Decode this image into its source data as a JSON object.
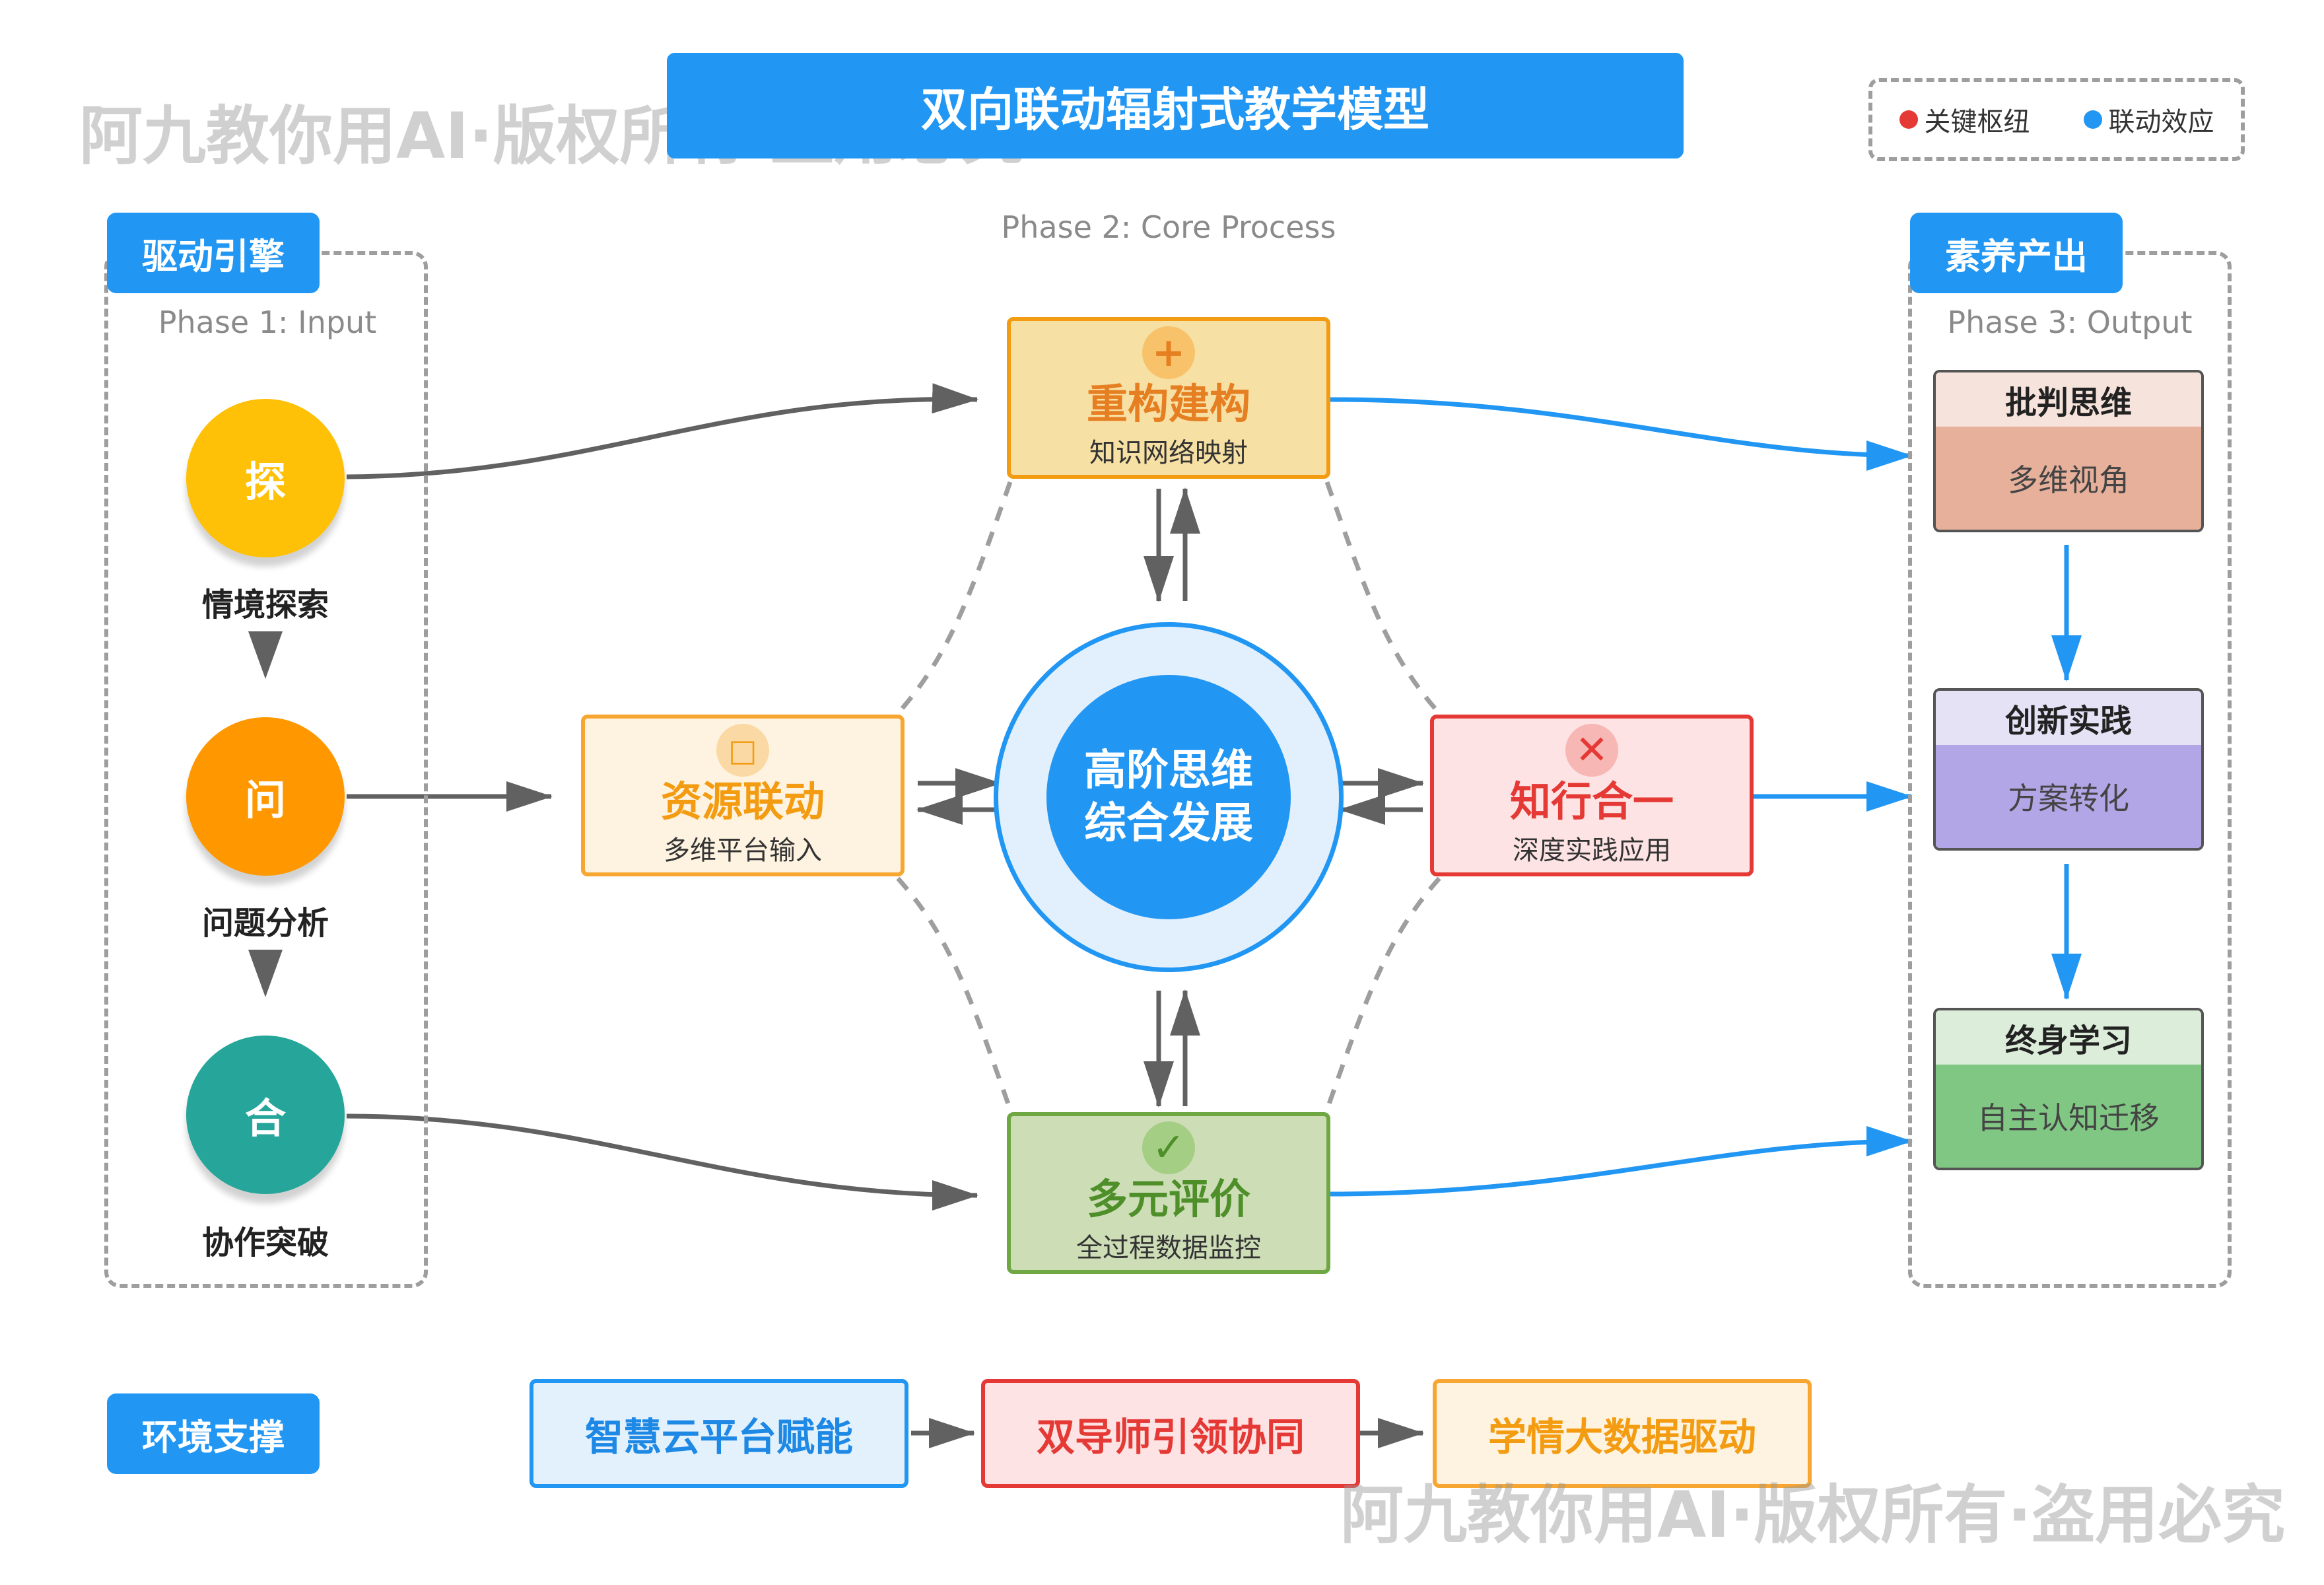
{
  "title": "双向联动辐射式教学模型",
  "watermark": "阿九教你用AI·版权所有·盗用必究",
  "legend": {
    "items": [
      {
        "label": "关键枢纽",
        "color": "#E53935"
      },
      {
        "label": "联动效应",
        "color": "#2196F3"
      }
    ]
  },
  "phases": {
    "input": {
      "badge": "驱动引擎",
      "label": "Phase 1: Input"
    },
    "core": {
      "label": "Phase 2: Core Process"
    },
    "output": {
      "badge": "素养产出",
      "label": "Phase 3: Output"
    }
  },
  "input_steps": [
    {
      "char": "探",
      "label": "情境探索",
      "color": "#FFC107"
    },
    {
      "char": "问",
      "label": "问题分析",
      "color": "#FF9800"
    },
    {
      "char": "合",
      "label": "协作突破",
      "color": "#26A69A"
    }
  ],
  "center": {
    "line1": "高阶思维",
    "line2": "综合发展"
  },
  "nodes": {
    "top": {
      "icon": "+",
      "title": "重构建构",
      "sub": "知识网络映射"
    },
    "left": {
      "icon": "□",
      "title": "资源联动",
      "sub": "多维平台输入"
    },
    "right": {
      "icon": "✕",
      "title": "知行合一",
      "sub": "深度实践应用"
    },
    "bottom": {
      "icon": "✓",
      "title": "多元评价",
      "sub": "全过程数据监控"
    }
  },
  "outputs": [
    {
      "head": "批判思维",
      "body": "多维视角",
      "head_color": "#F6E3DB",
      "body_color": "#E6B09B"
    },
    {
      "head": "创新实践",
      "body": "方案转化",
      "head_color": "#E5E2F6",
      "body_color": "#B3A6E6"
    },
    {
      "head": "终身学习",
      "body": "自主认知迁移",
      "head_color": "#DCEDDA",
      "body_color": "#81C784"
    }
  ],
  "support": {
    "badge": "环境支撑",
    "items": [
      {
        "label": "智慧云平台赋能",
        "color": "#2196F3"
      },
      {
        "label": "双导师引领协同",
        "color": "#E53935"
      },
      {
        "label": "学情大数据驱动",
        "color": "#FF9800"
      }
    ]
  }
}
